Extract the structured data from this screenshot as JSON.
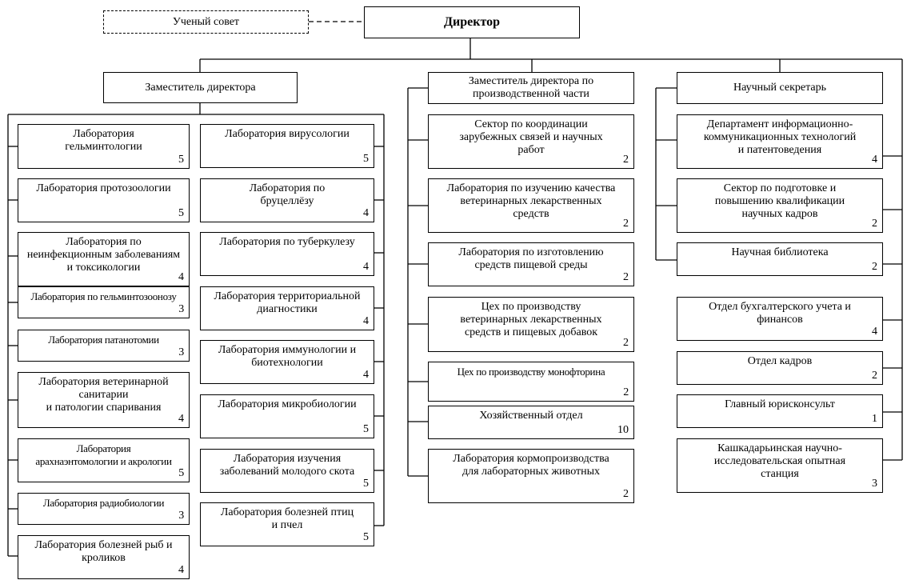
{
  "director": "Директор",
  "council": "Ученый совет",
  "deputies": {
    "deputy": "Заместитель директора",
    "production": "Заместитель директора по\nпроизводственной части",
    "secretary": "Научный секретарь"
  },
  "units": {
    "helminth": {
      "label": "Лаборатория\nгельминтологии",
      "count": "5"
    },
    "protozoo": {
      "label": "Лаборатория протозоологии",
      "count": "5"
    },
    "noninf": {
      "label": "Лаборатория по\nнеинфекционным заболеваниям\nи токсикологии",
      "count": "4"
    },
    "helminthozoonosis": {
      "label": "Лаборатория по гельминтозоонозу",
      "count": "3"
    },
    "pathanatomy": {
      "label": "Лаборатория патанотомии",
      "count": "3"
    },
    "sanitation": {
      "label": "Лаборатория ветеринарной\nсанитарии\nи патологии спаривания",
      "count": "4"
    },
    "arachno": {
      "label": "Лаборатория\nарахнаэнтомологии и акрологии",
      "count": "5"
    },
    "radiobio": {
      "label": "Лаборатория радиобиологии",
      "count": "3"
    },
    "fishrabbit": {
      "label": "Лаборатория болезней рыб и\nкроликов",
      "count": "4"
    },
    "virology": {
      "label": "Лаборатория вирусологии",
      "count": "5"
    },
    "brucellosis": {
      "label": "Лаборатория по\nбруцеллёзу",
      "count": "4"
    },
    "tuberculosis": {
      "label": "Лаборатория по туберкулезу",
      "count": "4"
    },
    "territorial": {
      "label": "Лаборатория территориальной\nдиагностики",
      "count": "4"
    },
    "immunology": {
      "label": "Лаборатория иммунологии и\nбиотехнологии",
      "count": "4"
    },
    "microbiology": {
      "label": "Лаборатория микробиологии",
      "count": "5"
    },
    "youngstock": {
      "label": "Лаборатория изучения\nзаболеваний молодого скота",
      "count": "5"
    },
    "birdsbees": {
      "label": "Лаборатория болезней птиц\nи пчел",
      "count": "5"
    },
    "foreign": {
      "label": "Сектор по координации\nзарубежных связей и научных\nработ",
      "count": "2"
    },
    "drugquality": {
      "label": "Лаборатория по изучению качества\nветеринарных лекарственных\nсредств",
      "count": "2"
    },
    "nutrient": {
      "label": "Лаборатория по изготовлению\nсредств пищевой среды",
      "count": "2"
    },
    "drugprod": {
      "label": "Цех по производству\nветеринарных лекарственных\nсредств и пищевых добавок",
      "count": "2"
    },
    "monofluor": {
      "label": "Цех по производству монофторина",
      "count": "2"
    },
    "household": {
      "label": "Хозяйственный отдел",
      "count": "10"
    },
    "feed": {
      "label": "Лаборатория кормопроизводства\nдля лабораторных животных",
      "count": "2"
    },
    "ict": {
      "label": "Департамент информационно-\nкоммуникационных технологий\nи патентоведения",
      "count": "4"
    },
    "training": {
      "label": "Сектор по подготовке и\nповышению квалификации\nнаучных кадров",
      "count": "2"
    },
    "library": {
      "label": "Научная библиотека",
      "count": "2"
    },
    "accounting": {
      "label": "Отдел бухгалтерского учета и\nфинансов",
      "count": "4"
    },
    "hr": {
      "label": "Отдел кадров",
      "count": "2"
    },
    "legal": {
      "label": "Главный юрисконсульт",
      "count": "1"
    },
    "station": {
      "label": "Кашкадарьинская научно-\nисследовательская опытная\nстанция",
      "count": "3"
    }
  }
}
